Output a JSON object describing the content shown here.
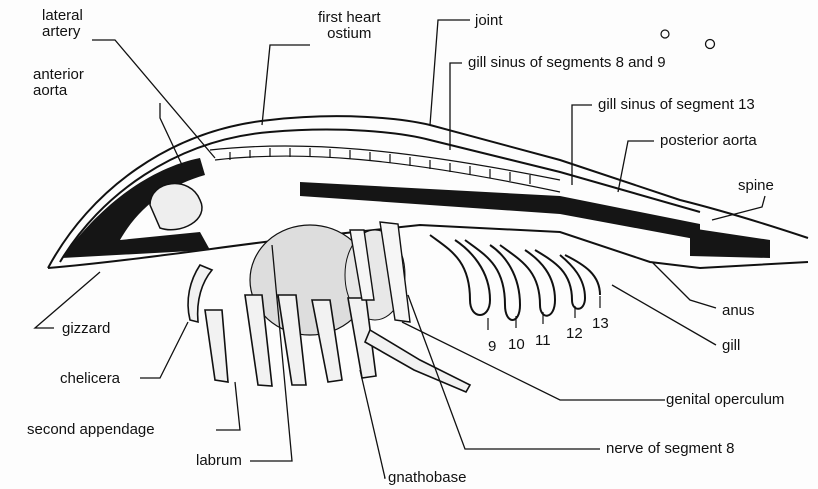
{
  "labels": {
    "lateral_artery": [
      "lateral",
      "artery"
    ],
    "first_heart_ostium": [
      "first heart",
      "ostium"
    ],
    "joint": "joint",
    "gill_sinus_8_9": "gill sinus of segments 8 and 9",
    "anterior_aorta": [
      "anterior",
      "aorta"
    ],
    "gill_sinus_13": "gill sinus of segment 13",
    "posterior_aorta": "posterior aorta",
    "spine": "spine",
    "anus": "anus",
    "gill": "gill",
    "gizzard": "gizzard",
    "chelicera": "chelicera",
    "second_appendage": "second appendage",
    "labrum": "labrum",
    "gnathobase": "gnathobase",
    "genital_operculum": "genital operculum",
    "nerve_segment_8": "nerve of segment 8"
  },
  "segment_numbers": [
    "9",
    "10",
    "11",
    "12",
    "13"
  ],
  "colors": {
    "ink": "#111111",
    "fill_dark": "#151515",
    "paper": "#fdfdfd"
  }
}
